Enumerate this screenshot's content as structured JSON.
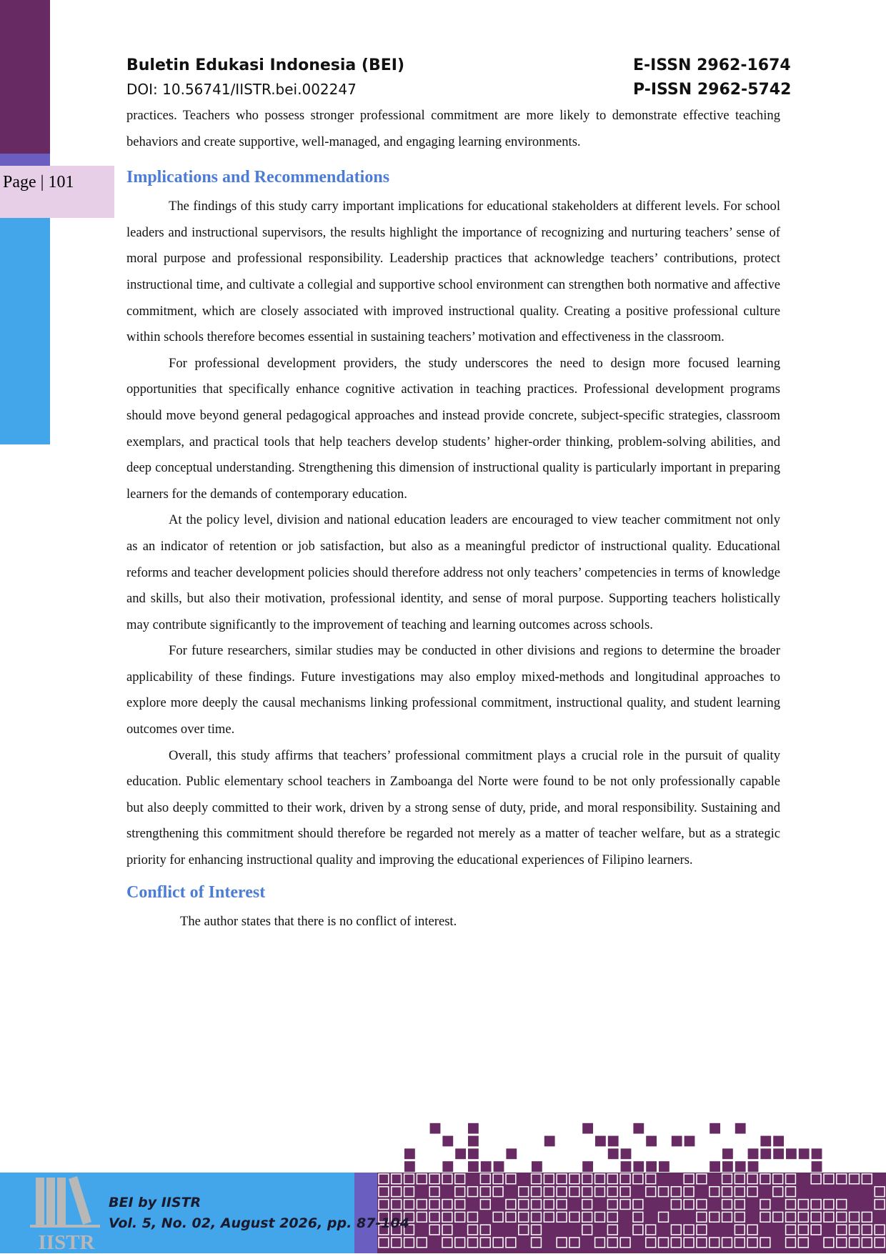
{
  "header": {
    "journal": "Buletin Edukasi Indonesia (BEI)",
    "doi": "DOI: 10.56741/IISTR.bei.002247",
    "eissn": "E-ISSN 2962-1674",
    "pissn": "P-ISSN 2962-5742"
  },
  "page_label": "Page | 101",
  "body": {
    "intro_paragraph": "practices. Teachers who possess stronger professional commitment are more likely to demonstrate effective teaching behaviors and create supportive, well-managed, and engaging learning environments.",
    "section_implications": {
      "heading": "Implications and Recommendations",
      "paragraphs": [
        "The findings of this study carry important implications for educational stakeholders at different levels. For school leaders and instructional supervisors, the results highlight the importance of recognizing and nurturing teachers’ sense of moral purpose and professional responsibility. Leadership practices that acknowledge teachers’ contributions, protect instructional time, and cultivate a collegial and supportive school environment can strengthen both normative and affective commitment, which are closely associated with improved instructional quality. Creating a positive professional culture within schools therefore becomes essential in sustaining teachers’ motivation and effectiveness in the classroom.",
        "For professional development providers, the study underscores the need to design more focused learning opportunities that specifically enhance cognitive activation in teaching practices. Professional development programs should move beyond general pedagogical approaches and instead provide concrete, subject-specific strategies, classroom exemplars, and practical tools that help teachers develop students’ higher-order thinking, problem-solving abilities, and deep conceptual understanding. Strengthening this dimension of instructional quality is particularly important in preparing learners for the demands of contemporary education.",
        "At the policy level, division and national education leaders are encouraged to view teacher commitment not only as an indicator of retention or job satisfaction, but also as a meaningful predictor of instructional quality. Educational reforms and teacher development policies should therefore address not only teachers’ competencies in terms of knowledge and skills, but also their motivation, professional identity, and sense of moral purpose. Supporting teachers holistically may contribute significantly to the improvement of teaching and learning outcomes across schools.",
        "For future researchers, similar studies may be conducted in other divisions and regions to determine the broader applicability of these findings. Future investigations may also employ mixed-methods and longitudinal approaches to explore more deeply the causal mechanisms linking professional commitment, instructional quality, and student learning outcomes over time.",
        "Overall, this study affirms that teachers’ professional commitment plays a crucial role in the pursuit of quality education. Public elementary school teachers in Zamboanga del Norte were found to be not only professionally capable but also deeply committed to their work, driven by a strong sense of duty, pride, and moral responsibility. Sustaining and strengthening this commitment should therefore be regarded not merely as a matter of teacher welfare, but as a strategic priority for enhancing instructional quality and improving the educational experiences of Filipino learners."
      ]
    },
    "section_conflict": {
      "heading": "Conflict of Interest",
      "paragraph": "The author states that there is no conflict of interest."
    }
  },
  "footer": {
    "line1": "BEI by IISTR",
    "line2": "Vol. 5, No. 02, August 2026, pp. 87-104",
    "logo_text": "IISTR"
  },
  "colors": {
    "sidebar_purple": "#682a63",
    "sidebar_blue": "#44a6ea",
    "accent_violet": "#6a5fc0",
    "page_tab_pink": "#e8cfe8",
    "heading_blue": "#4c7dd6"
  }
}
